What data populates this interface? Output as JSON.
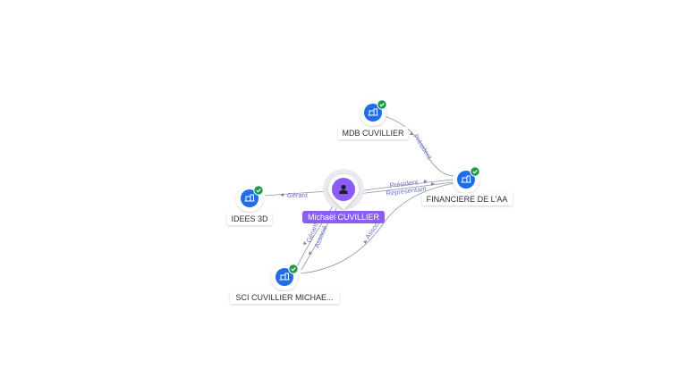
{
  "colors": {
    "company_blue": "#1f6ee8",
    "check_green": "#1d9b4b",
    "person_purple": "#8b5cf6",
    "edge_label": "#6f73c8"
  },
  "icons": {
    "company": "building-icon",
    "verified": "check-badge-icon",
    "person": "person-icon"
  },
  "person": {
    "name": "Michaël CUVILLIER"
  },
  "companies": [
    {
      "id": "mdb",
      "name": "MDB CUVILLIER"
    },
    {
      "id": "financiere",
      "name": "FINANCIERE DE L'AA"
    },
    {
      "id": "idees",
      "name": "IDEES 3D"
    },
    {
      "id": "sci",
      "name": "SCI CUVILLIER MICHAE..."
    }
  ],
  "relations": [
    {
      "from": "person",
      "to": "idees",
      "labels": [
        "Gérant"
      ]
    },
    {
      "from": "person",
      "to": "financiere",
      "labels": [
        "Président",
        "Représentant"
      ]
    },
    {
      "from": "mdb",
      "to": "financiere",
      "labels": [
        "Président"
      ]
    },
    {
      "from": "person",
      "to": "sci",
      "labels": [
        "Gérant",
        "Associé"
      ]
    },
    {
      "from": "sci",
      "to": "financiere",
      "labels": [
        "Associé"
      ]
    }
  ]
}
